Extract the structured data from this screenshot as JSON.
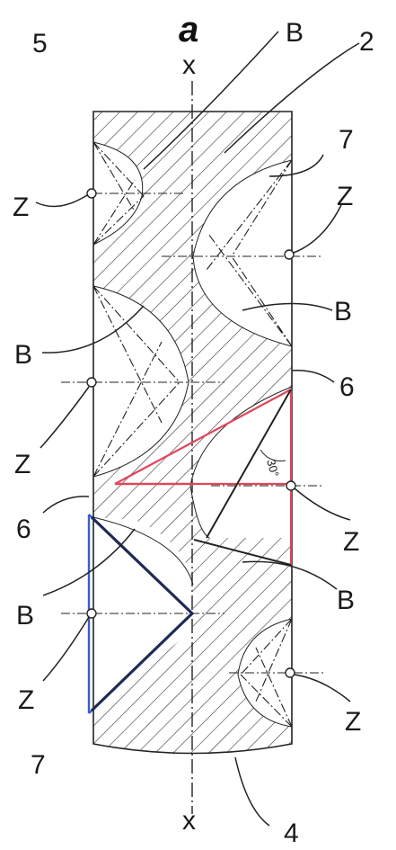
{
  "figure": {
    "title_glyph": "a",
    "labels": {
      "axis_top": "x",
      "axis_bottom": "x",
      "ref_5": "5",
      "ref_2": "2",
      "ref_7_top": "7",
      "ref_7_bottom": "7",
      "ref_4": "4",
      "ref_6_right": "6",
      "ref_6_left": "6",
      "b_top_right": "B",
      "b_mid_right": "B",
      "b_left_upper": "B",
      "b_right_lower": "B",
      "b_left_lower": "B",
      "z_left_1": "Z",
      "z_right_1": "Z",
      "z_left_2": "Z",
      "z_right_2": "Z",
      "z_left_3": "Z",
      "z_right_3": "Z",
      "angle": "30°"
    },
    "colors": {
      "line": "#222222",
      "red_triangle": "#e0455a",
      "blue_triangle": "#3b5fc9",
      "dark_chevron": "#1f2a55"
    }
  }
}
